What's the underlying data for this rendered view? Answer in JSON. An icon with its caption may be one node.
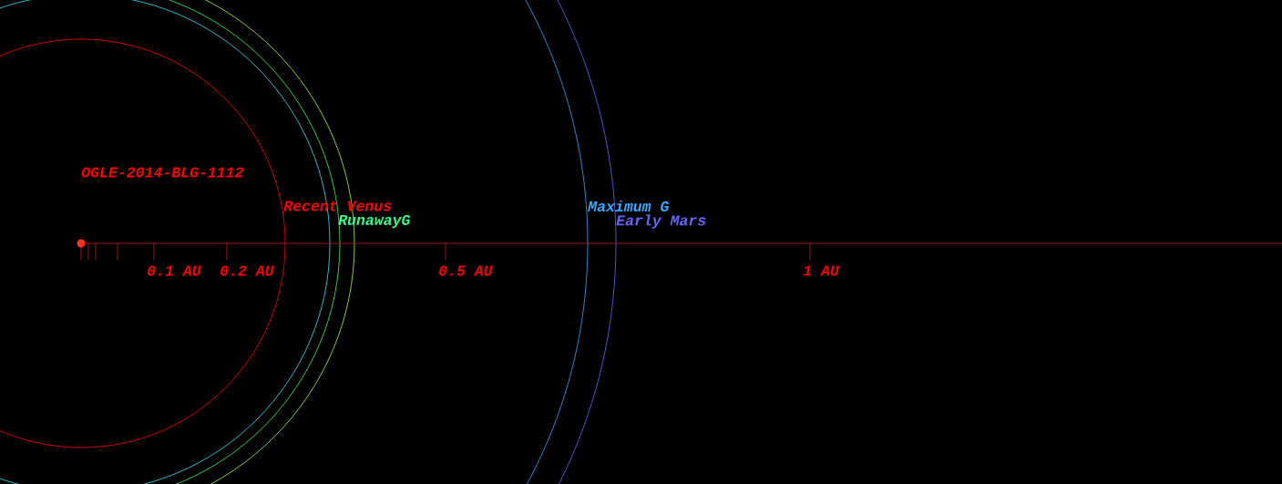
{
  "diagram": {
    "labels": [
      "OGLE-2014-BLG-1112",
      "Recent Venus",
      "Maximum G",
      "RunawayG",
      "Early Mars",
      "0.1 AU",
      "0.2 AU",
      "0.5 AU",
      "1 AU"
    ]
  }
}
